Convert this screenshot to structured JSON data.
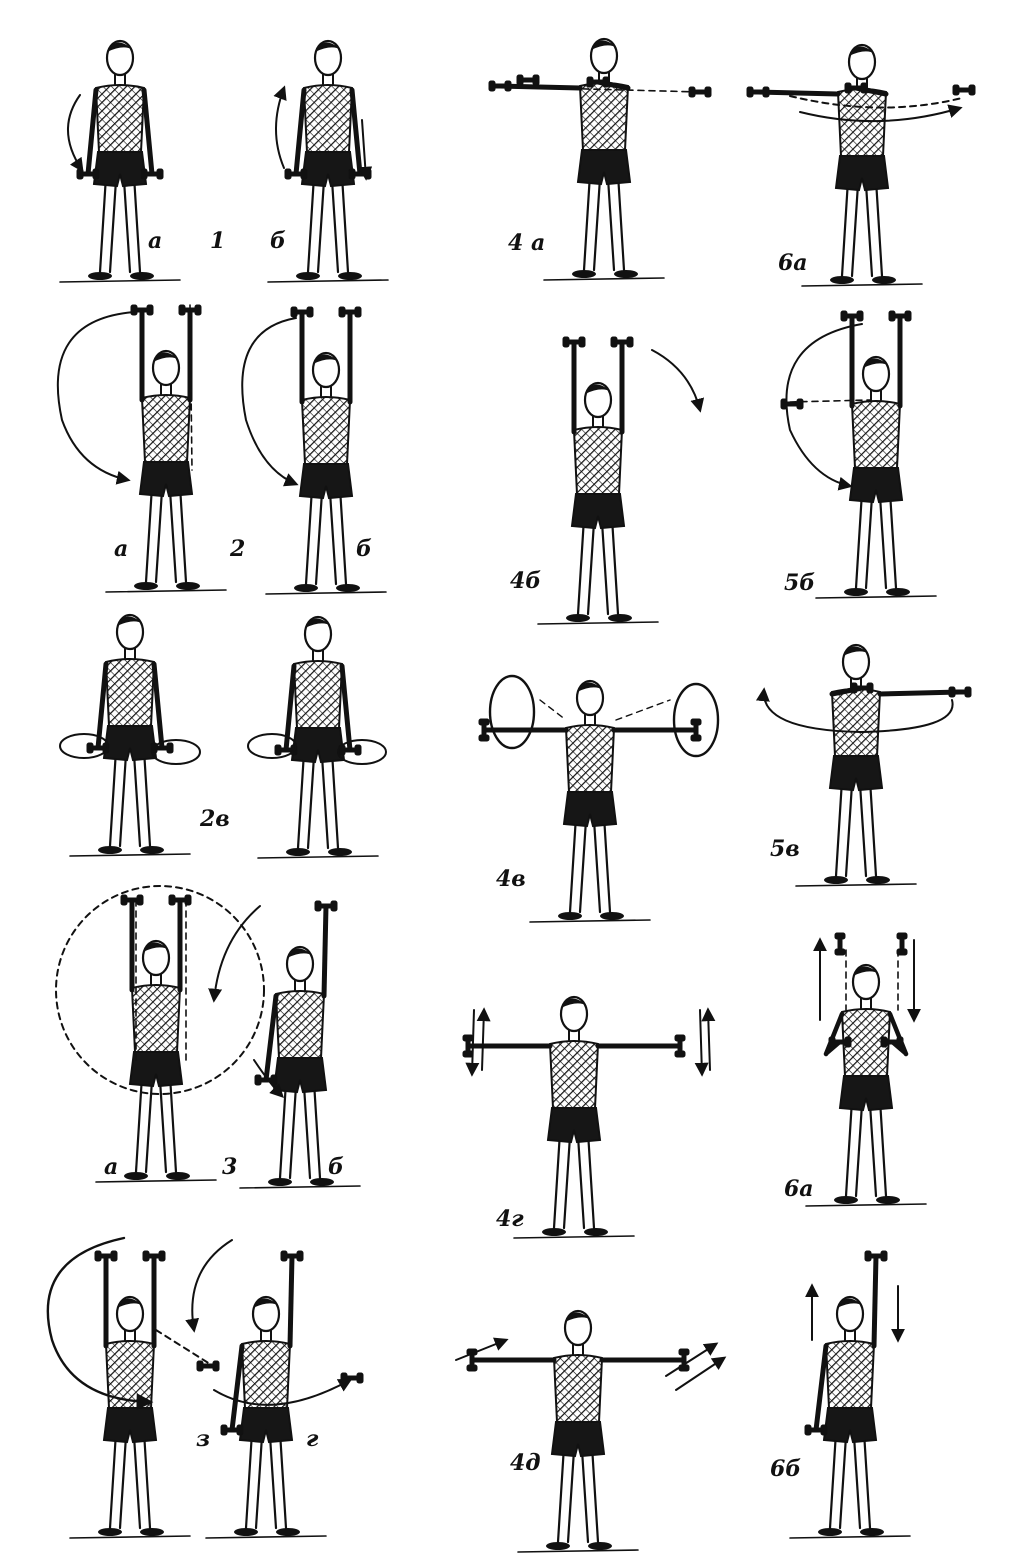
{
  "figures": [
    {
      "id": "1a",
      "label": "а",
      "pose": "arms-down",
      "motion": "arc-side"
    },
    {
      "id": "1",
      "label": "1"
    },
    {
      "id": "1b",
      "label": "б",
      "pose": "arms-down",
      "motion": "arc-side"
    },
    {
      "id": "4a",
      "label": "4 а",
      "pose": "arms-forward",
      "motion": "horizontal-swing"
    },
    {
      "id": "6a-top",
      "label": "6а",
      "pose": "arms-forward",
      "motion": "horizontal-swing"
    },
    {
      "id": "2a",
      "label": "а",
      "pose": "arms-up",
      "motion": "big-arc"
    },
    {
      "id": "2",
      "label": "2"
    },
    {
      "id": "2b",
      "label": "б",
      "pose": "arms-up",
      "motion": "big-arc"
    },
    {
      "id": "4b",
      "label": "4б",
      "pose": "arms-up",
      "motion": "small-arc"
    },
    {
      "id": "5b",
      "label": "5б",
      "pose": "arms-up",
      "motion": "big-arc"
    },
    {
      "id": "2v",
      "label": "2в",
      "pose": "arms-down",
      "motion": "wrist-circles"
    },
    {
      "id": "4v",
      "label": "4в",
      "pose": "arms-side",
      "motion": "side-circles"
    },
    {
      "id": "5v",
      "label": "5в",
      "pose": "arms-forward",
      "motion": "horizontal-ellipse"
    },
    {
      "id": "3a",
      "label": "а",
      "pose": "arms-up",
      "motion": "full-circle"
    },
    {
      "id": "3",
      "label": "3"
    },
    {
      "id": "3b",
      "label": "б",
      "pose": "one-arm-up",
      "motion": "full-circle"
    },
    {
      "id": "4g",
      "label": "4г",
      "pose": "arms-side",
      "motion": "vertical-shake"
    },
    {
      "id": "6a",
      "label": "6а",
      "pose": "arms-up-bent",
      "motion": "vertical-press"
    },
    {
      "id": "3v",
      "label": "з",
      "pose": "arms-up",
      "motion": "side-circle"
    },
    {
      "id": "3g",
      "label": "г",
      "pose": "one-arm-up",
      "motion": "side-circle"
    },
    {
      "id": "4d",
      "label": "4д",
      "pose": "arms-side",
      "motion": "rotation"
    },
    {
      "id": "6b",
      "label": "6б",
      "pose": "one-arm-up",
      "motion": "alternate-press"
    }
  ]
}
